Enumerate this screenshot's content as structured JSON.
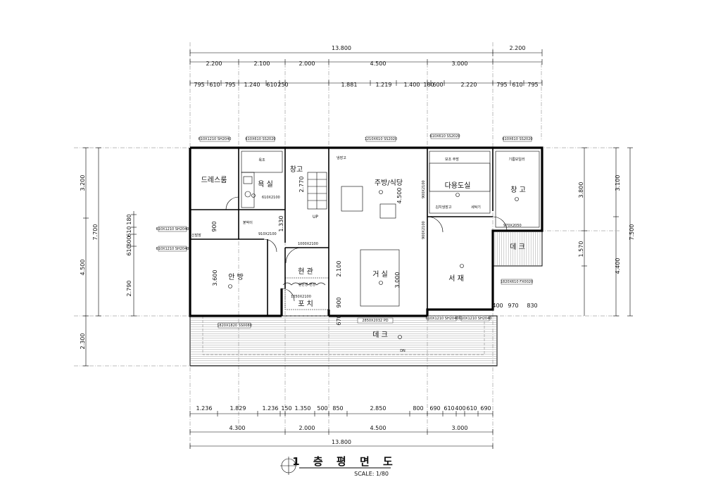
{
  "dimensions": {
    "top_total": "13.800",
    "top_row1": [
      "2.200",
      "2.100",
      "2.000",
      "4.500",
      "3.000",
      "2.200"
    ],
    "top_row2": [
      "795",
      "610",
      "795",
      "1.240",
      "610",
      "250",
      "1.881",
      "1.219",
      "1.400",
      "180",
      "600",
      "2.220",
      "795",
      "610",
      "795"
    ],
    "bottom_row1": [
      "1.236",
      "1.829",
      "1.236",
      "150",
      "1.350",
      "500",
      "850",
      "2.850",
      "800",
      "690",
      "610",
      "400",
      "610",
      "690"
    ],
    "bottom_row2": [
      "4.300",
      "2.000",
      "4.500",
      "3.000"
    ],
    "bottom_total": "13.800",
    "left_outer": [
      "3.200",
      "4.500",
      "2.300"
    ],
    "left_total": "7.700",
    "left_inner": [
      "180",
      "610",
      "300",
      "610",
      "2.790"
    ],
    "right_outer": [
      "3.100",
      "4.400"
    ],
    "right_total": "7.500",
    "right_inner": [
      "3.800",
      "1.570"
    ],
    "interior": [
      "2.770",
      "1.330",
      "4.500",
      "3.600",
      "2.100",
      "3.000",
      "900",
      "900",
      "670",
      "400",
      "970",
      "830"
    ]
  },
  "rooms": {
    "dressroom": "드레스룸",
    "bath": "욕 실",
    "storage1": "창고",
    "kitchen": "주방/식당",
    "utility": "다용도실",
    "storage2": "창 고",
    "master": "안 방",
    "entrance": "현 관",
    "porch": "포 치",
    "living": "거 실",
    "study": "서 재",
    "deck_right": "데 크",
    "deck_bottom": "데 크"
  },
  "windows": {
    "w1": "610X1210 SH2040",
    "w2": "610X610 SS2020",
    "w3": "1210X610 SS2020",
    "w4": "610X610 SS2020",
    "w5": "610X610 SS2020",
    "w6": "610X1210 SH2040",
    "w7": "610X1210 SH2040",
    "w8": "1820X1820 SS0080",
    "w9": "2850X2032 PD",
    "w10": "610X1210 SH2040",
    "w11": "610X1210 SH2040",
    "w12": "1820X610 FX0020"
  },
  "doors": {
    "d1": "610X2100",
    "d2": "910X2100",
    "d3": "1000X2100",
    "d4": "1350X2100",
    "d5": "970X2050",
    "d6": "900X2100",
    "d7": "900X2100"
  },
  "fixtures": {
    "stair_up": "UP",
    "deck_down": "DN",
    "bath_tub": "욕조",
    "fridge": "냉장고",
    "sub_kitchen": "보조 주방",
    "kimchi": "김치냉장고",
    "washer": "세탁기",
    "boiler": "기름보일러",
    "closet": "붙박이",
    "shoe": "신발장",
    "shoe_cab": "현관장 편장"
  },
  "title": "1 층 평 면 도",
  "scale": "SCALE: 1/80"
}
